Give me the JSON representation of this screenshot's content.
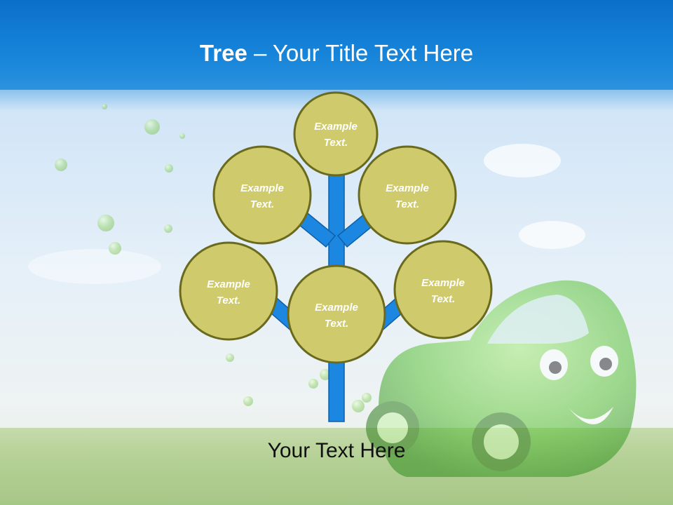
{
  "slide": {
    "title_bold": "Tree",
    "title_rest": " – Your Title Text Here",
    "bottom_text": "Your Text Here"
  },
  "nodes": [
    {
      "line1": "Example",
      "line2": "Text."
    },
    {
      "line1": "Example",
      "line2": "Text."
    },
    {
      "line1": "Example",
      "line2": "Text."
    },
    {
      "line1": "Example",
      "line2": "Text."
    },
    {
      "line1": "Example",
      "line2": "Text."
    },
    {
      "line1": "Example",
      "line2": "Text."
    }
  ],
  "colors": {
    "header_blue": "#1684d9",
    "branch_blue": "#1b87e0",
    "node_fill": "#cfcb6c",
    "node_border": "#6a6a1e",
    "node_text": "#ffffff"
  }
}
